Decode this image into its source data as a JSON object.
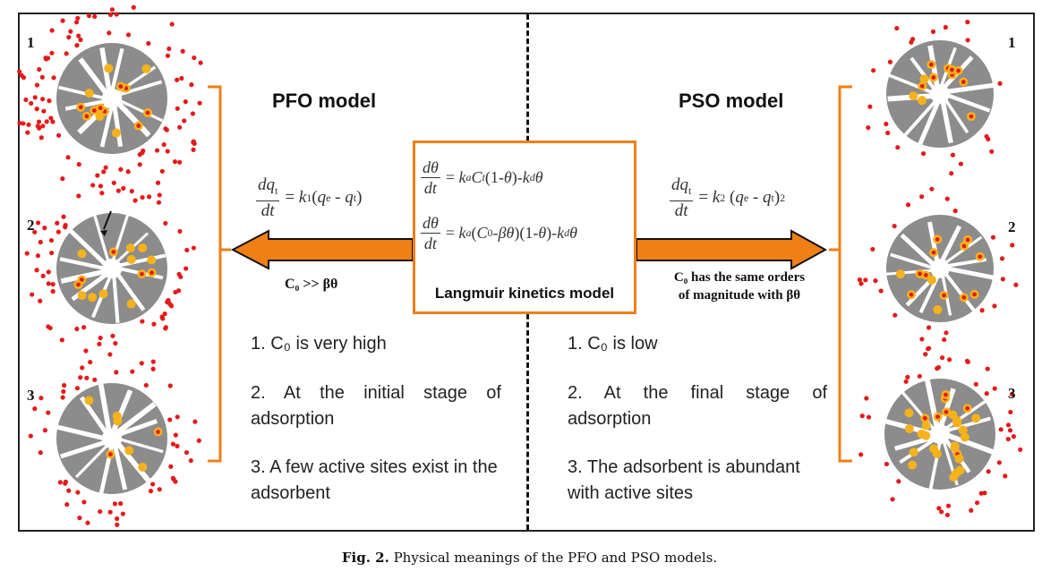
{
  "left": {
    "title": "PFO model",
    "equation": "dq_t/dt = k_1(q_e - q_t)",
    "condition": "C₀ >> βθ",
    "numbers": [
      "1",
      "2",
      "3"
    ],
    "points": [
      "1. C₀ is very high",
      "2. At the initial stage of adsorption",
      "3. A few active sites exist in the adsorbent"
    ]
  },
  "right": {
    "title": "PSO model",
    "equation": "dq_t/dt = k_2(q_e - q_t)^2",
    "condition_line1": "C₀ has the same orders",
    "condition_line2": "of magnitude with βθ",
    "numbers": [
      "1",
      "2",
      "3"
    ],
    "points": [
      "1. C₀ is low",
      "2. At the final stage of adsorption",
      "3. The adsorbent is abundant with active sites"
    ]
  },
  "center": {
    "equation1": "dθ/dt = k_a C_t (1-θ) - k_d θ",
    "equation2": "dθ/dt = k_a (C_0 - βθ)(1-θ) - k_d θ",
    "label": "Langmuir kinetics model"
  },
  "caption": {
    "label": "Fig. 2.",
    "text": "Physical meanings of the PFO and PSO models."
  },
  "colors": {
    "arrow": "#f07f16",
    "bracket": "#f07f16",
    "adsorbent": "#8c8c8c",
    "active_site": "#f6b21a",
    "adsorbate": "#e51a1a"
  }
}
